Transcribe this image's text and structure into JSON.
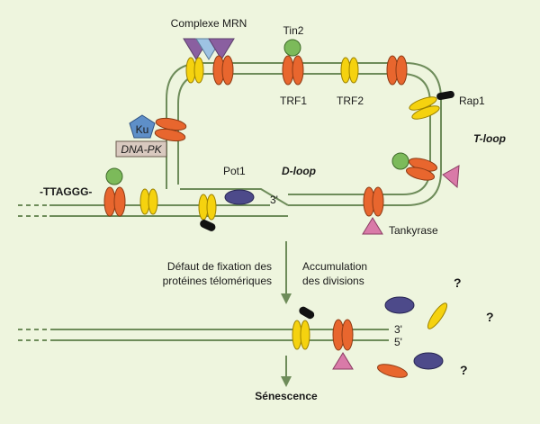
{
  "labels": {
    "complexe_mrn": "Complexe MRN",
    "tin2": "Tin2",
    "trf1": "TRF1",
    "trf2": "TRF2",
    "rap1": "Rap1",
    "t_loop": "T-loop",
    "ku": "Ku",
    "dna_pk": "DNA-PK",
    "pot1": "Pot1",
    "d_loop": "D-loop",
    "ttaggg": "-TTAGGG-",
    "three_prime_top": "3'",
    "tankyrase": "Tankyrase",
    "defaut_line1": "Défaut de fixation des",
    "defaut_line2": "protéines télomériques",
    "accum_line1": "Accumulation",
    "accum_line2": "des divisions",
    "three_prime": "3'",
    "five_prime": "5'",
    "question_1": "?",
    "question_2": "?",
    "question_3": "?",
    "senescence": "Sénescence"
  },
  "colors": {
    "background": "#eef5de",
    "dna_strand": "#6e8c5a",
    "trf1_orange": "#e8662e",
    "trf2_yellow": "#f5d20f",
    "tin2_green": "#7cba5a",
    "pot1_purple": "#4d4a8a",
    "mrn_purple": "#8a5fa0",
    "mrn_blue": "#9ec3e3",
    "tankyrase_pink": "#d97aa8",
    "ku_blue": "#5e8fc8",
    "dnapk_box": "#d9c9bf",
    "rap1_black": "#111111"
  }
}
